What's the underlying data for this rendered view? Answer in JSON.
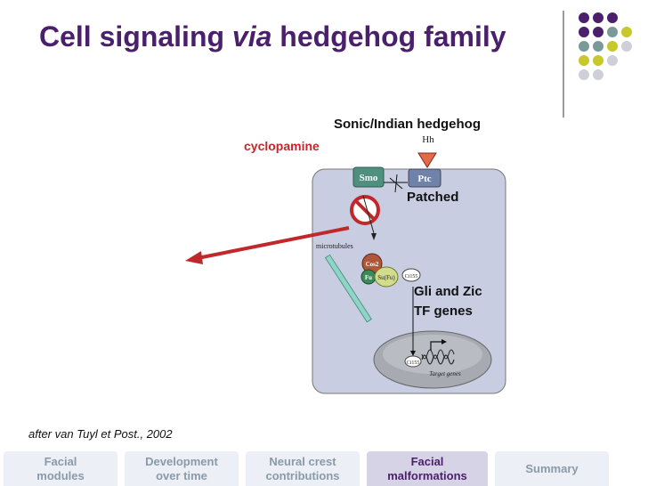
{
  "slide": {
    "title_pre": "Cell signaling ",
    "title_italic": "via",
    "title_post": " hedgehog family",
    "credit": "after van Tuyl et Post., 2002"
  },
  "diagram": {
    "label_sonic": "Sonic/Indian hedgehog",
    "label_cyclopamine": "cyclopamine",
    "label_patched": "Patched",
    "label_gli_line1": "Gli and Zic",
    "label_gli_line2": "TF genes",
    "node_hh": "Hh",
    "node_smo": "Smo",
    "node_ptc": "Ptc",
    "node_cos2": "Cos2",
    "node_fu": "Fu",
    "node_sufu": "Su(Fu)",
    "node_ci155": "Ci155",
    "node_ci155_nuc": "Ci155",
    "label_microtubules": "microtubules",
    "label_target_genes": "Target genes",
    "colors": {
      "title": "#4a1f6b",
      "inhibitor": "#c0282a",
      "cell": "#c8cde2"
    }
  },
  "nav": {
    "tabs": [
      {
        "label1": "Facial",
        "label2": "modules"
      },
      {
        "label1": "Development",
        "label2": "over time"
      },
      {
        "label1": "Neural crest",
        "label2": "contributions"
      },
      {
        "label1": "Facial",
        "label2": "malformations"
      },
      {
        "label1": "Summary",
        "label2": ""
      }
    ],
    "active_index": 3
  }
}
